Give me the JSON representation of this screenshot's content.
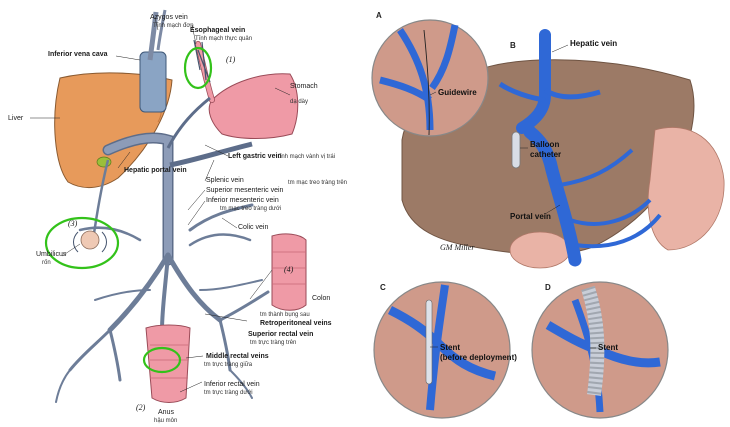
{
  "left_figure": {
    "labels": {
      "azygos_vein": "Azygos vein",
      "azygos_vein_vi": "Tĩnh mạch đơn",
      "esophageal_vein": "Esophageal vein",
      "esophageal_vein_vi": "Tĩnh mạch thực quản",
      "inferior_vena_cava": "Inferior vena cava",
      "stomach": "Stomach",
      "stomach_vi": "dạ dày",
      "liver": "Liver",
      "hepatic_portal_vein": "Hepatic portal vein",
      "left_gastric_vein": "Left gastric vein",
      "left_gastric_vein_vi": "tĩnh mạch vành vị trái",
      "splenic_vein": "Splenic vein",
      "superior_mesenteric_vein": "Superior mesenteric vein",
      "superior_mesenteric_vein_vi": "tm mạc treo tràng trên",
      "inferior_mesenteric_vein": "Inferior mesenteric vein",
      "inferior_mesenteric_vein_vi": "tm mạc treo tràng dưới",
      "umbilicus": "Umbilicus",
      "umbilicus_vi": "rốn",
      "colic_vein": "Colic vein",
      "colon": "Colon",
      "retroperitoneal_vi": "tm thành bụng sau",
      "retroperitoneal_veins": "Retroperitoneal veins",
      "superior_rectal_vein": "Superior rectal vein",
      "superior_rectal_vein_vi": "tm trực tràng trên",
      "middle_rectal_veins": "Middle rectal veins",
      "middle_rectal_veins_vi": "tm trực tràng giữa",
      "inferior_rectal_vein": "Inferior rectal vein",
      "inferior_rectal_vein_vi": "tm trực tràng dưới",
      "anus": "Anus",
      "anus_vi": "hậu môn"
    },
    "numbers": {
      "n1": "(1)",
      "n2": "(2)",
      "n3": "(3)",
      "n4": "(4)"
    },
    "colors": {
      "vein": "#7d8aa4",
      "vein_dark": "#45546e",
      "liver": "#e79a5b",
      "stomach": "#ef9aa6",
      "highlight": "#33c21a"
    }
  },
  "right_figure": {
    "panels": {
      "a": "A",
      "b": "B",
      "c": "C",
      "d": "D"
    },
    "labels": {
      "guidewire": "Guidewire",
      "hepatic_vein": "Hepatic vein",
      "balloon_catheter_1": "Balloon",
      "balloon_catheter_2": "catheter",
      "portal_vein": "Portal vein",
      "stent_before_1": "Stent",
      "stent_before_2": "(before deployment)",
      "stent": "Stent"
    },
    "signature": "GM Miller",
    "colors": {
      "vessel": "#2f68d6",
      "liver": "#9c7a66",
      "tissue": "#e9b3a6"
    }
  }
}
